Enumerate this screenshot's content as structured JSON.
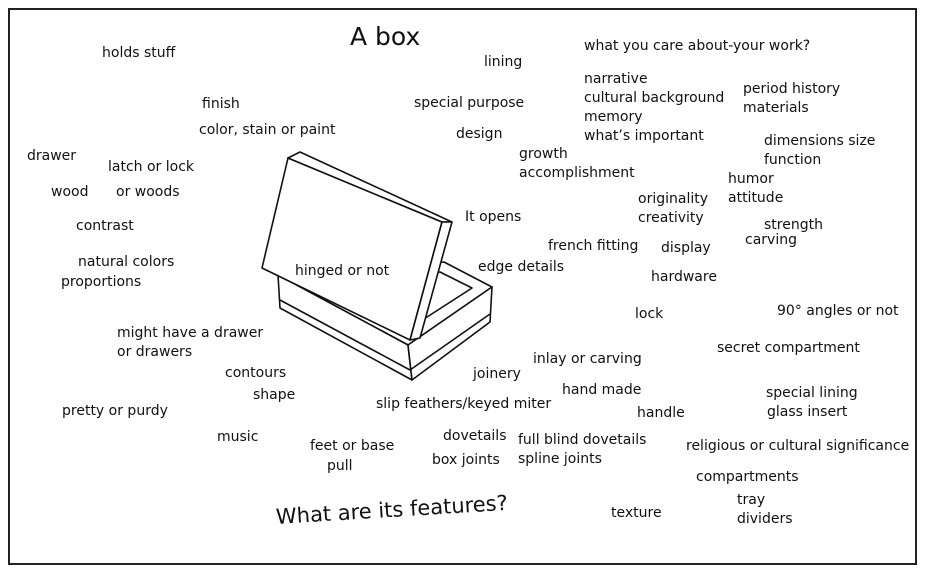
{
  "title": "A box",
  "question": "What are its features?",
  "words": [
    "holds stuff",
    "lining",
    "what you care about-your work?",
    "narrative",
    "period history",
    "cultural background",
    "materials",
    "finish",
    "special purpose",
    "memory",
    "color, stain or paint",
    "design",
    "what’s important",
    "dimensions size",
    "drawer",
    "growth",
    "function",
    "latch or lock",
    "accomplishment",
    "humor",
    "wood",
    "or woods",
    "originality",
    "attitude",
    "It opens",
    "creativity",
    "contrast",
    "strength",
    "carving",
    "french fitting",
    "display",
    "natural  colors",
    "hinged or not",
    "edge details",
    "hardware",
    "proportions",
    "lock",
    "90° angles or not",
    "might have a drawer",
    "secret compartment",
    "or drawers",
    "inlay or carving",
    "contours",
    "joinery",
    "hand made",
    "special lining",
    "shape",
    "slip feathers/keyed miter",
    "handle",
    "pretty or purdy",
    "glass insert",
    "dovetails",
    "full blind dovetails",
    "music",
    "feet or base",
    "religious or cultural significance",
    "box joints",
    "spline joints",
    "pull",
    "compartments",
    "tray",
    "texture",
    "dividers"
  ]
}
